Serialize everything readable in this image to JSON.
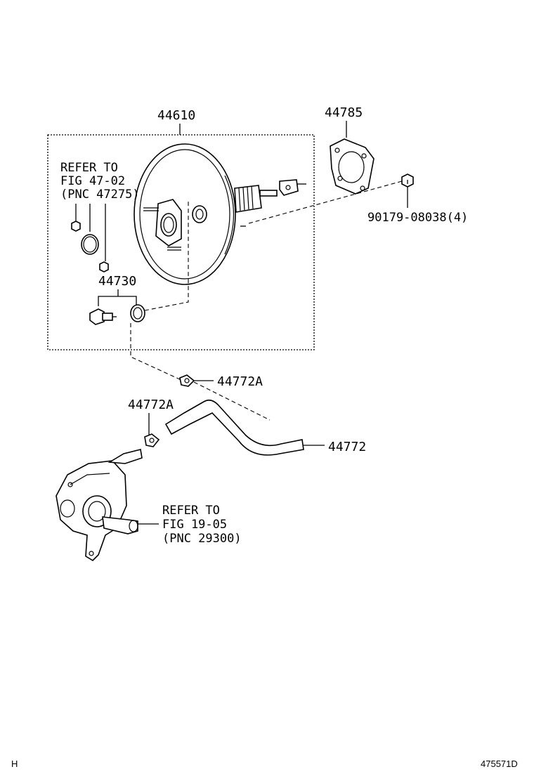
{
  "labels": {
    "booster_assy": "44610",
    "gasket": "44785",
    "bolt": "90179-08038(4)",
    "check_valve": "44730",
    "clip_upper": "44772A",
    "clip_lower": "44772A",
    "hose": "44772"
  },
  "refer_booster": {
    "line1": "REFER TO",
    "line2": "FIG 47-02",
    "line3": "(PNC 47275)"
  },
  "refer_pump": {
    "line1": "REFER TO",
    "line2": "FIG 19-05",
    "line3": "(PNC 29300)"
  },
  "footer": {
    "left_mark": "H",
    "diagram_id": "475571D"
  }
}
